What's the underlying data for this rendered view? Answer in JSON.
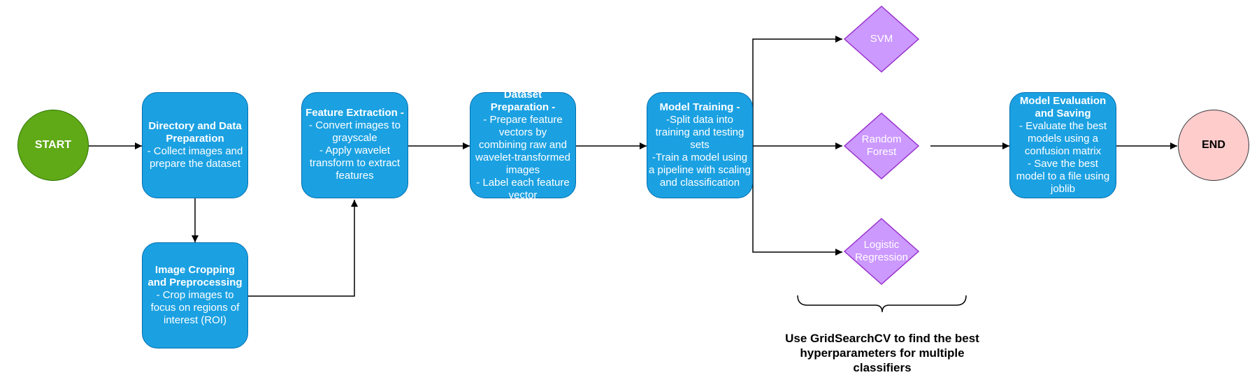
{
  "start": {
    "label": "START"
  },
  "end": {
    "label": "END"
  },
  "steps": {
    "directory": {
      "title": "Directory and Data Preparation",
      "body": "- Collect images and prepare the dataset"
    },
    "cropping": {
      "title": "Image Cropping and Preprocessing",
      "body": "- Crop images to focus on regions of interest (ROI)"
    },
    "feature": {
      "title": "Feature Extraction -",
      "body": "- Convert images to grayscale\n- Apply wavelet transform to extract features"
    },
    "dataset": {
      "title": "Dataset Preparation -",
      "body": "- Prepare feature vectors by combining raw and wavelet-transformed images\n- Label each feature vector"
    },
    "training": {
      "title": "Model Training -",
      "body": "-Split data into training and testing sets\n-Train a model using a pipeline with scaling and classification"
    },
    "evaluation": {
      "title": "Model Evaluation and Saving",
      "body": "- Evaluate the best models using a confusion matrix\n- Save the best model to a file using joblib"
    }
  },
  "classifiers": {
    "svm": "SVM",
    "random_forest": "Random Forest",
    "logistic_regression": "Logistic Regression"
  },
  "note": "Use GridSearchCV to find the best hyperparameters for multiple classifiers",
  "colors": {
    "process_fill": "#1ba1e2",
    "process_stroke": "#006eaf",
    "start_fill": "#60a917",
    "end_fill": "#ffcccc",
    "diamond_fill": "#cc99ff",
    "diamond_stroke": "#9933cc"
  }
}
